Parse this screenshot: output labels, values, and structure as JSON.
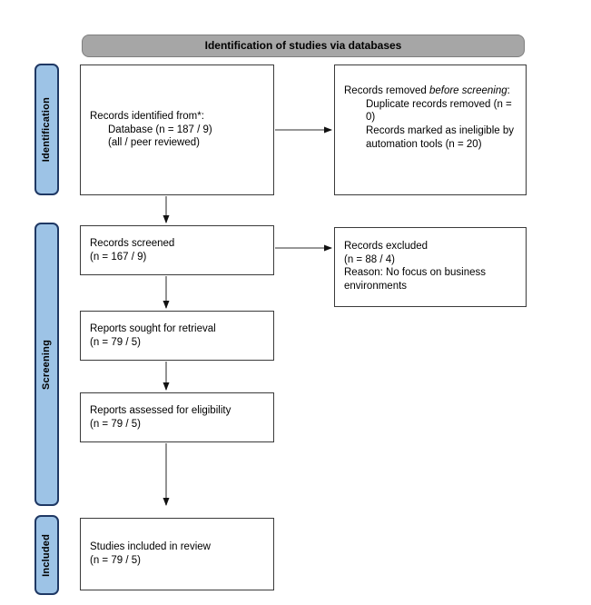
{
  "header": {
    "title": "Identification of studies via databases"
  },
  "stages": {
    "identification": "Identification",
    "screening": "Screening",
    "included": "Included"
  },
  "boxes": {
    "identified": {
      "line1": "Records identified from*:",
      "line2": "Database (n = 187 / 9)",
      "line3": "(all / peer reviewed)"
    },
    "removed": {
      "lead_normal": "Records removed ",
      "lead_italic": "before screening",
      "lead_suffix": ":",
      "item1": "Duplicate records removed (n = 0)",
      "item2": "Records marked as ineligible by automation tools (n = 20)"
    },
    "screened": {
      "line1": "Records screened",
      "line2": "(n = 167 / 9)"
    },
    "excluded": {
      "line1": "Records excluded",
      "line2": "(n = 88 / 4)",
      "line3": "Reason: No focus on business environments"
    },
    "sought": {
      "line1": "Reports sought for retrieval",
      "line2": "(n = 79 / 5)"
    },
    "assessed": {
      "line1": "Reports assessed for eligibility",
      "line2": "(n = 79 / 5)"
    },
    "included_review": {
      "line1": "Studies included in review",
      "line2": "(n = 79 / 5)"
    }
  },
  "colors": {
    "header_fill": "#a6a6a6",
    "header_border": "#7f7f7f",
    "stage_fill": "#9dc3e6",
    "stage_border": "#1f3864",
    "box_border": "#3a3a3a",
    "arrow_line": "#595959",
    "arrow_head": "#111111"
  }
}
